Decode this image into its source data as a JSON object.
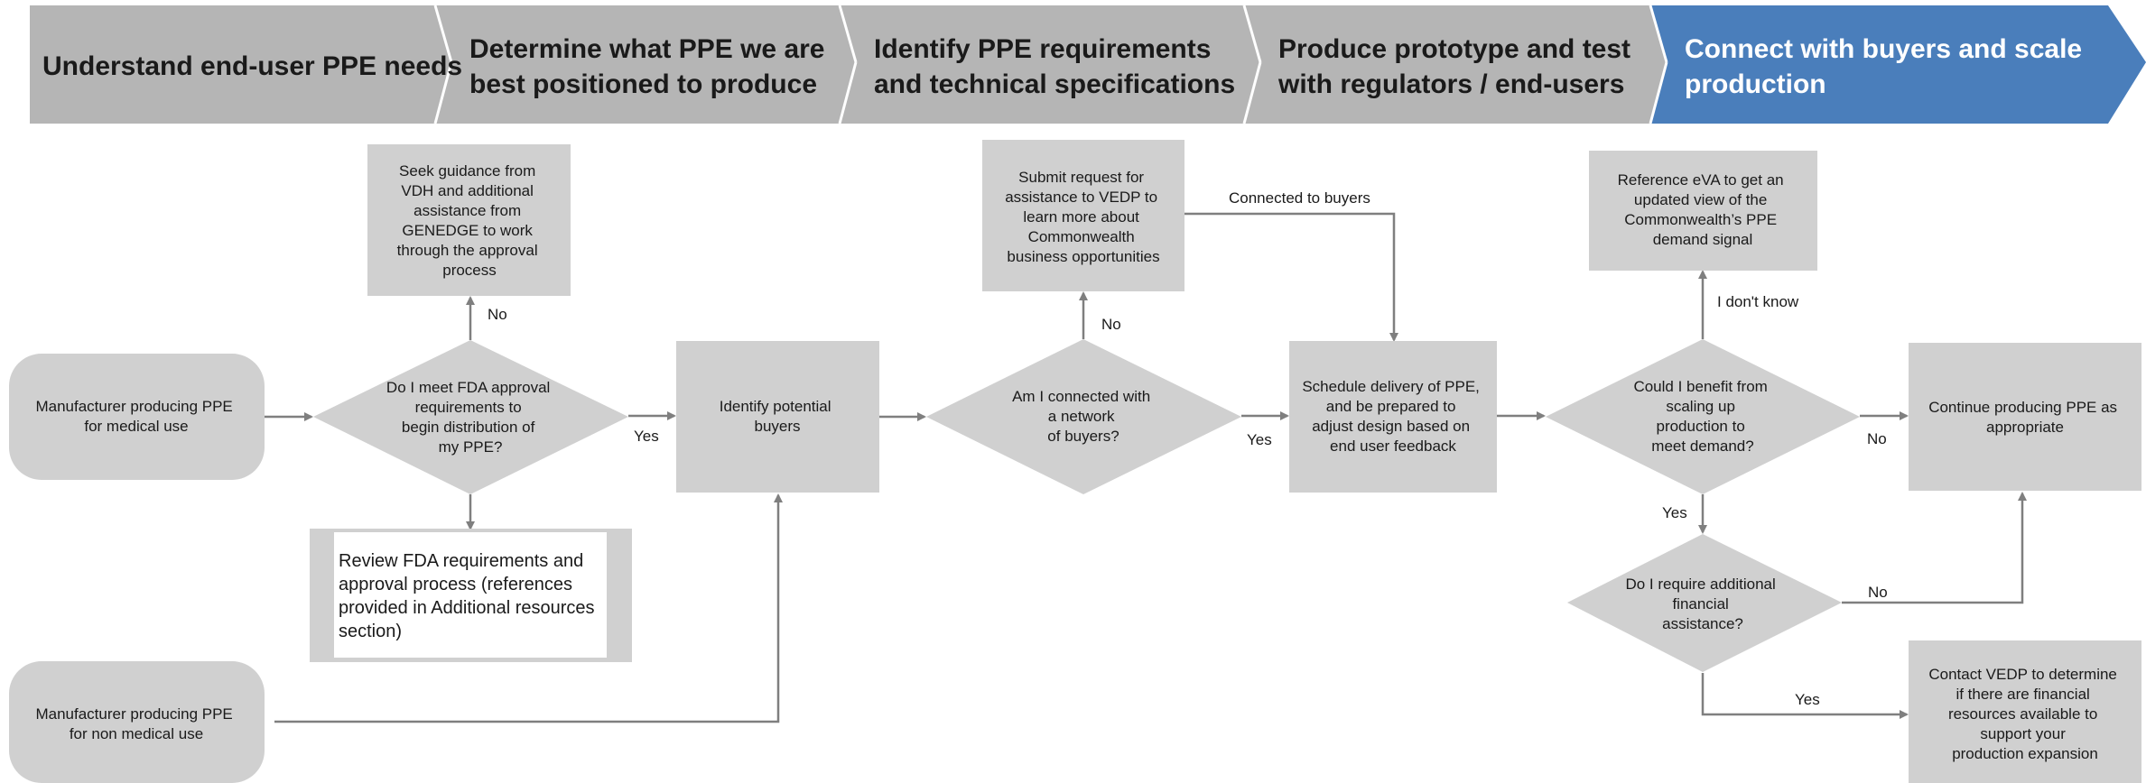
{
  "colors": {
    "chevron_gray": "#b5b5b5",
    "chevron_active": "#4a7ebb",
    "node_gray": "#d0d0d0",
    "connector": "#7f7f7f",
    "text_dark": "#1a1a1a",
    "text_light": "#ffffff"
  },
  "phases": [
    {
      "lines": [
        "Understand end-user PPE needs"
      ]
    },
    {
      "lines": [
        "Determine what PPE we are",
        "best positioned to produce"
      ]
    },
    {
      "lines": [
        "Identify PPE requirements",
        "and technical specifications"
      ]
    },
    {
      "lines": [
        "Produce prototype and test",
        "with regulators / end-users"
      ]
    },
    {
      "lines": [
        "Connect with buyers and scale",
        "production"
      ],
      "active": true
    }
  ],
  "nodes": {
    "mfr_medical": [
      "Manufacturer producing PPE",
      "for medical use"
    ],
    "mfr_nonmedical": [
      "Manufacturer producing PPE",
      "for  non medical use"
    ],
    "fda_question": [
      "Do I meet FDA approval",
      "requirements to",
      "begin distribution of",
      "my PPE?"
    ],
    "seek_guidance": [
      "Seek guidance from",
      "VDH and additional",
      "assistance from",
      "GENEDGE to work",
      "through the approval",
      "process"
    ],
    "review_fda": [
      "Review FDA requirements and",
      "approval process (references",
      "provided in Additional resources",
      "section)"
    ],
    "identify_buyers": [
      "Identify potential",
      "buyers"
    ],
    "network_question": [
      "Am I connected with",
      "a network",
      "of buyers?"
    ],
    "submit_vedp": [
      "Submit request for",
      "assistance to VEDP to",
      "learn more about",
      "Commonwealth",
      "business opportunities"
    ],
    "schedule_delivery": [
      "Schedule delivery of PPE,",
      "and be prepared to",
      "adjust design based on",
      "end user feedback"
    ],
    "scale_question": [
      "Could I benefit from",
      "scaling up",
      "production to",
      "meet demand?"
    ],
    "reference_eva": [
      "Reference eVA to get an",
      "updated view of the",
      "Commonwealth’s PPE",
      "demand signal"
    ],
    "continue_producing": [
      "Continue producing PPE as",
      "appropriate"
    ],
    "financial_question": [
      "Do I require additional",
      "financial",
      "assistance?"
    ],
    "contact_vedp": [
      "Contact VEDP to determine",
      "if there are financial",
      "resources available to",
      "support your",
      "production expansion"
    ]
  },
  "edge_labels": {
    "fda_no": "No",
    "fda_yes": "Yes",
    "network_no": "No",
    "network_yes": "Yes",
    "connected": "Connected to buyers",
    "scale_idk": "I don't know",
    "scale_no": "No",
    "scale_yes": "Yes",
    "financial_no": "No",
    "financial_yes": "Yes"
  }
}
